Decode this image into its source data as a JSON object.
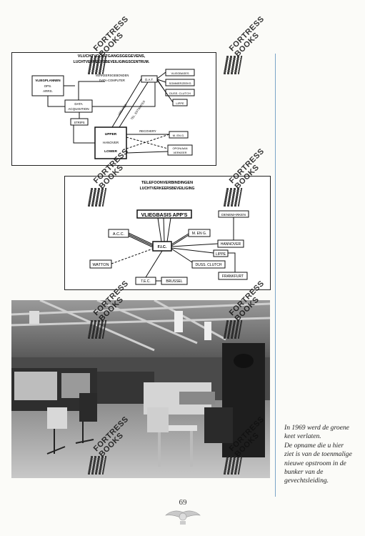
{
  "diagram1": {
    "title_line1": "VLUCHTVOORTGANGSGEGEVENS,",
    "title_line2": "LUCHTVERKEERSBEVEILIGINGSCENTRUM.",
    "vliegplannen": [
      "VLIEGPLANNEN",
      "OPS.",
      "ARRS."
    ],
    "verkeersgebonden": [
      "VERKEERSGEBONDEN",
      "DATA-COMPUTER"
    ],
    "data_acquisition": [
      "DATA",
      "ACQUISITION"
    ],
    "strips": "STRIPS",
    "upper": "UPPER",
    "hanover": "HANOVER",
    "lower": "LOWER",
    "dat": "D.A.T.",
    "vliegbases": "VLIEGBASES",
    "sommerzeeks": "SOMMERZEEKS",
    "duss_clutch": "DUSS. CLUTCH",
    "lippe": "LIPPE",
    "updates": "UPDATES",
    "tel_estimates": "TEL. ESTIMATES",
    "recovery": "RECOVERY",
    "meng": "M. EN G.",
    "opgnaam": [
      "OPGN/AAN",
      "VERKEER"
    ]
  },
  "diagram2": {
    "title_line1": "TELEFOONVERBINDINGEN",
    "title_line2": "LUCHTVERKEERSBEVEILIGING",
    "vliegbasis": "VLIEGBASIS APP'S",
    "denemarken": "DENEMARKEN",
    "acc": "A.C.C.",
    "meng": "M. EN G.",
    "fic": "F.I.C.",
    "hannover": "HANNOVER",
    "lippe": "LIPPE",
    "watton": "WATTON",
    "duss_clutch": "DUSS. CLUTCH",
    "frankfurt": "FRANKFURT",
    "tec": "T.E.C.",
    "brussel": "BRUSSEL"
  },
  "watermark": {
    "line1": "FORTRESS",
    "line2": "BOOKS"
  },
  "caption": [
    "In 1969 werd de groene",
    "keet verlaten.",
    "De opname die u hier",
    "ziet is van de toenmalige",
    "nieuwe opstroom in de",
    "bunker van de",
    "gevechtsleiding."
  ],
  "page_number": "69",
  "colors": {
    "rule": "#7aa4c8",
    "ink": "#111111"
  }
}
